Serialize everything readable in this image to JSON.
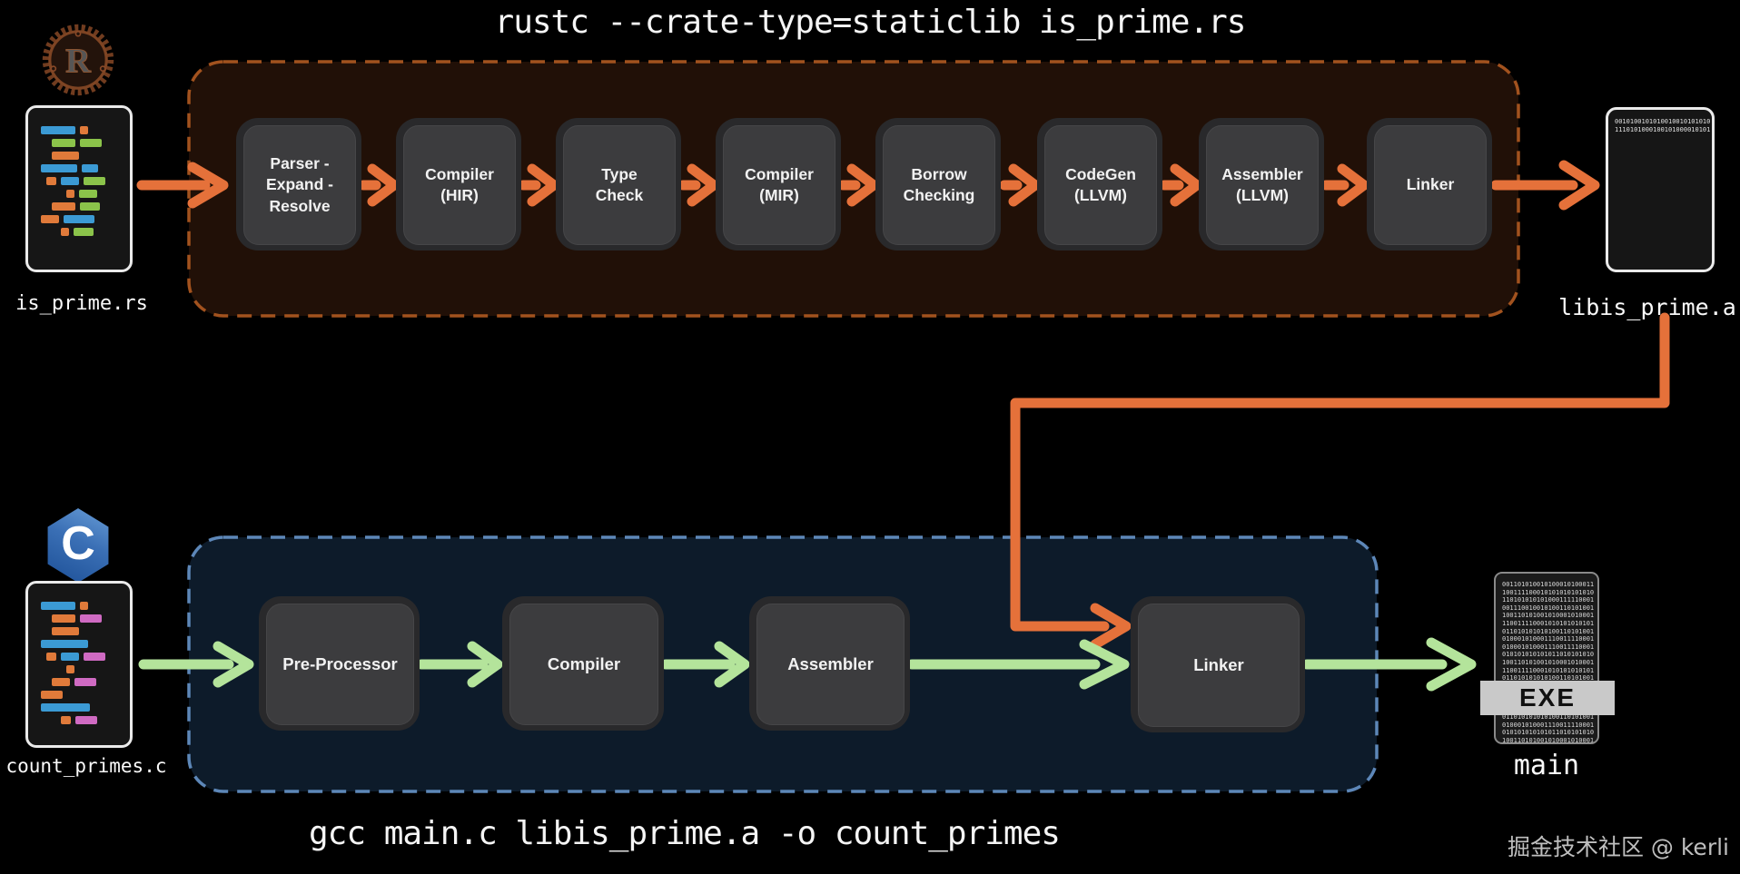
{
  "title": "rustc --crate-type=staticlib is_prime.rs",
  "command": "gcc main.c libis_prime.a -o count_primes",
  "watermark": "掘金技术社区 @ kerli",
  "rust": {
    "logo_letter": "R",
    "source_label": "is_prime.rs",
    "output_label": "libis_prime.a",
    "output_binary": "0010100101010010010101010\n1110101000100101000010101",
    "stages": [
      "Parser -\nExpand -\nResolve",
      "Compiler\n(HIR)",
      "Type\nCheck",
      "Compiler\n(MIR)",
      "Borrow\nChecking",
      "CodeGen\n(LLVM)",
      "Assembler\n(LLVM)",
      "Linker"
    ]
  },
  "c": {
    "logo_letter": "C",
    "source_label": "count_primes.c",
    "output_label": "main",
    "output_badge": "EXE",
    "output_binary": "001101010010100010100011\n100111100010101010101010\n110101010101000111110001\n001110010010100110101001\n100110101001010001010001\n110011110001010101010101\n011010101010100110101001\n010001010001110011110001\n010001010001110011110001\n010101010101011010101010\n100110101001010001010001\n110011110001010101010101\n011010101010100110101001\n010001010001110011110001\n010101010101011010101010\n100110101001010001010001\n110011110001010101010101\n011010101010100110101001\n010001010001110011110001\n010101010101011010101010\n100110101001010001010001",
    "stages": [
      "Pre-Processor",
      "Compiler",
      "Assembler",
      "Linker"
    ]
  },
  "colors": {
    "rust_accent": "#e5713a",
    "rust_box_border": "#a2521e",
    "rust_box_bg": "#211007",
    "c_accent": "#b4e49b",
    "c_box_border": "#5d87b8",
    "c_box_bg": "#0d1b2a",
    "stage_fill": "#3c3c3e",
    "stage_ring": "#29292b"
  }
}
